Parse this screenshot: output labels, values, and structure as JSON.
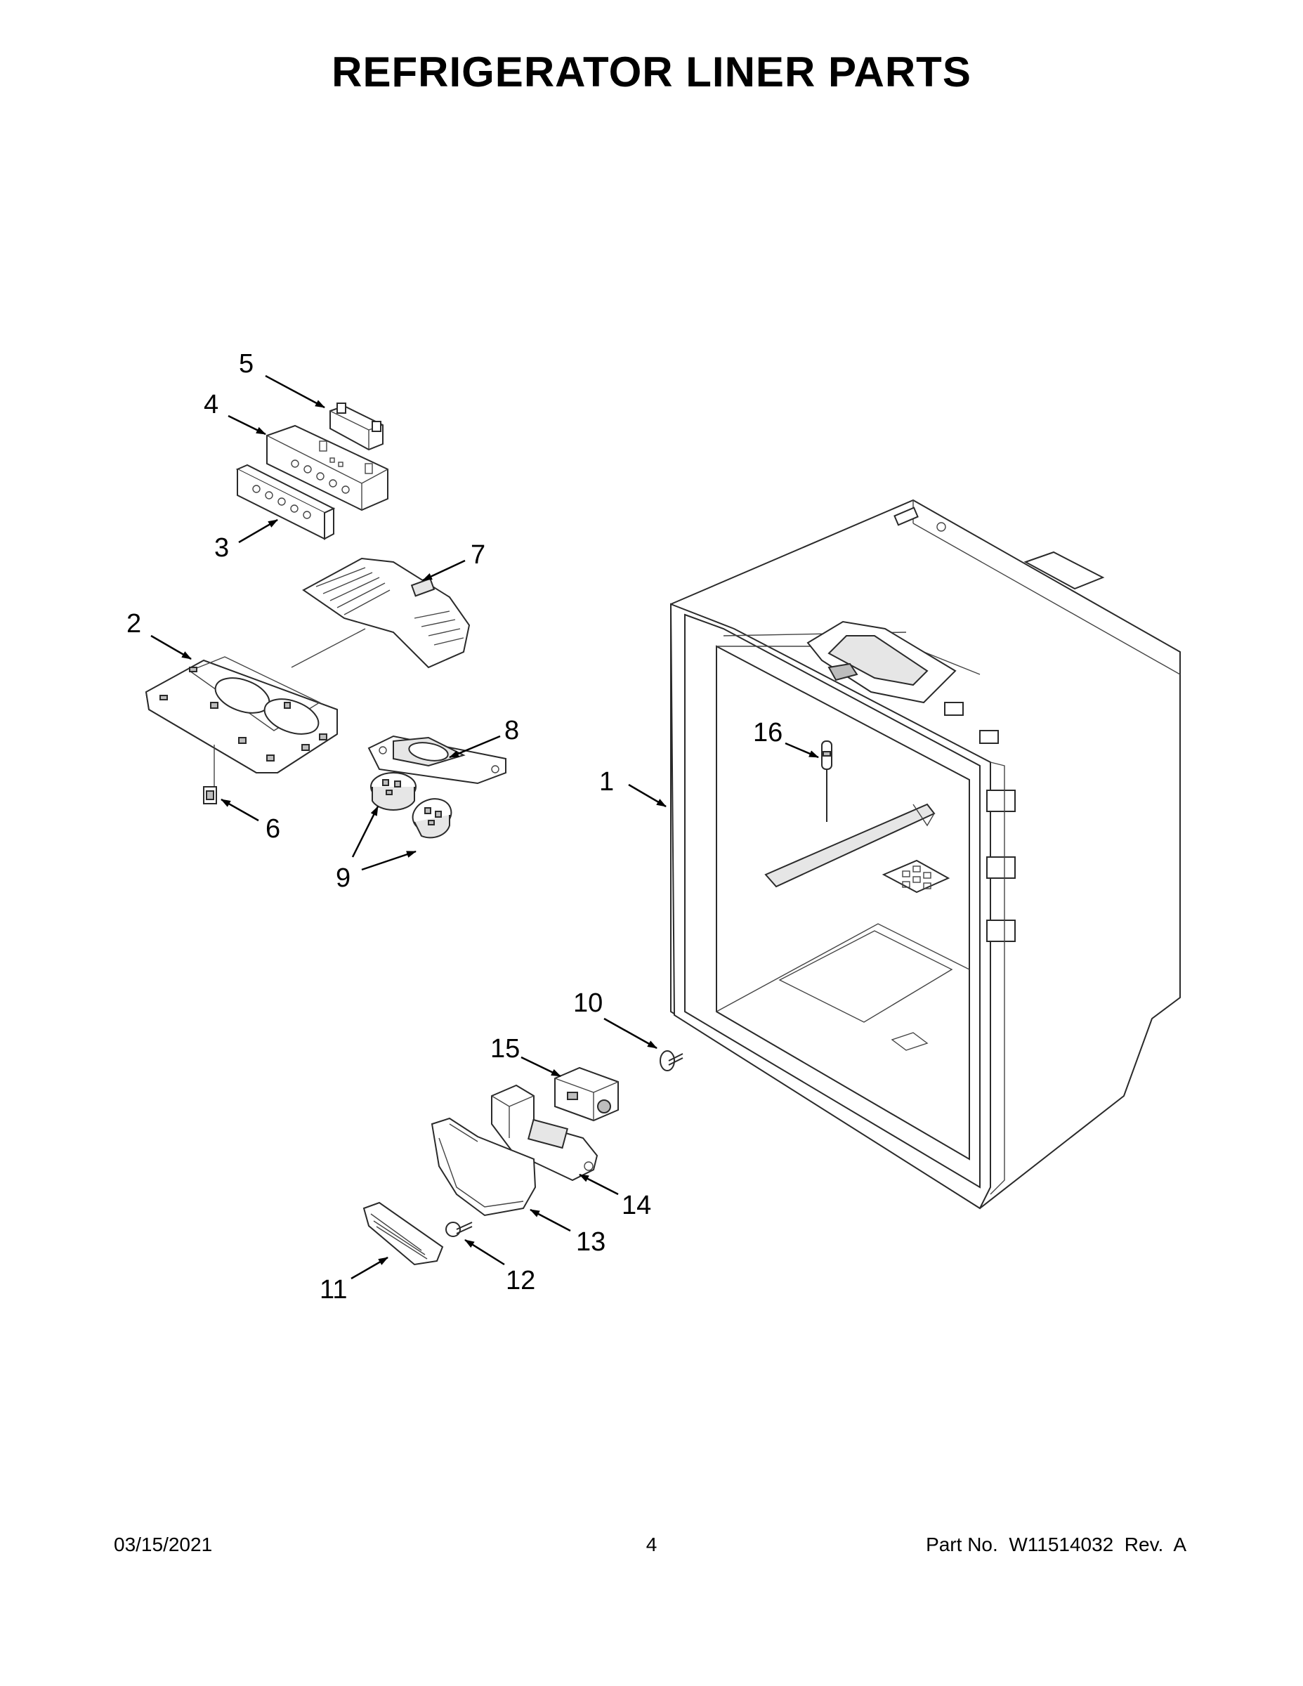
{
  "title": "REFRIGERATOR LINER PARTS",
  "callouts": [
    "1",
    "2",
    "3",
    "4",
    "5",
    "6",
    "7",
    "8",
    "9",
    "10",
    "11",
    "12",
    "13",
    "14",
    "15",
    "16"
  ],
  "footer": {
    "date": "03/15/2021",
    "page": "4",
    "part_number": "Part No.  W11514032  Rev.  A"
  }
}
